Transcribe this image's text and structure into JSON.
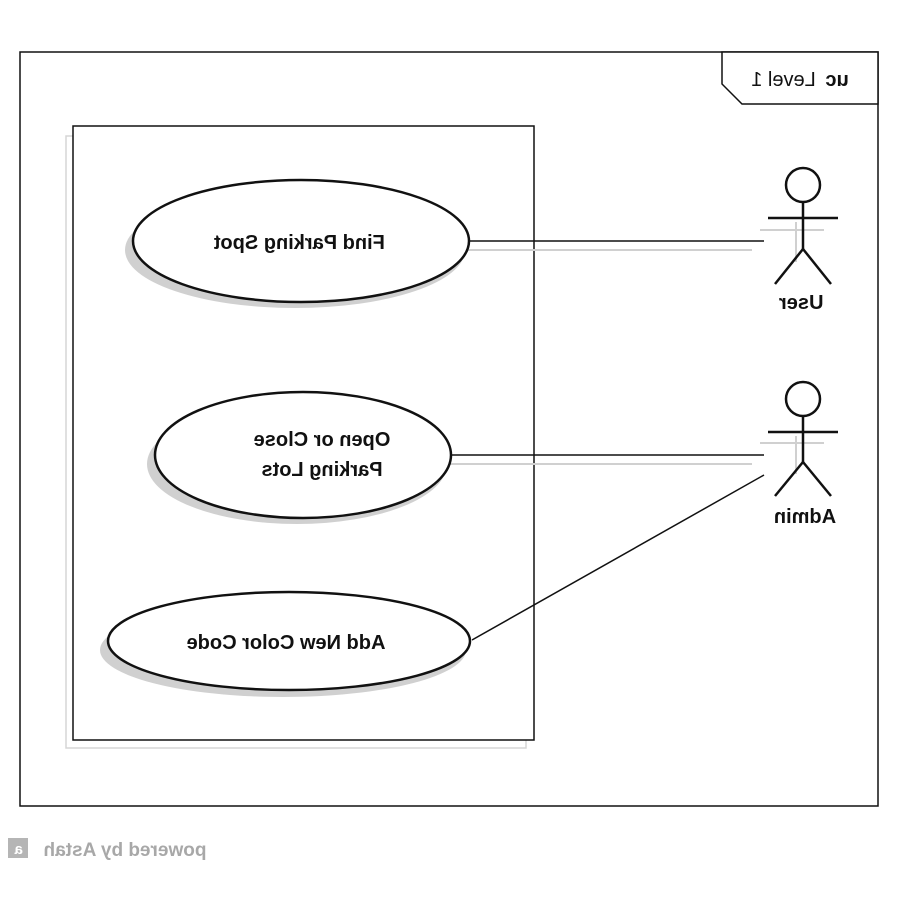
{
  "frame": {
    "keyword": "uc",
    "name": "Level 1"
  },
  "use_cases": [
    {
      "lines": [
        "Find Parking Spot"
      ]
    },
    {
      "lines": [
        "Open or Close",
        "Parking Lots"
      ]
    },
    {
      "lines": [
        "Add New Color Code"
      ]
    }
  ],
  "actors": [
    {
      "name": "User"
    },
    {
      "name": "Admin"
    }
  ],
  "footer": {
    "text": "powered by Astah"
  },
  "colors": {
    "stroke": "#111111",
    "shadow": "#c8c8c8",
    "footer": "#a8a8a8"
  }
}
